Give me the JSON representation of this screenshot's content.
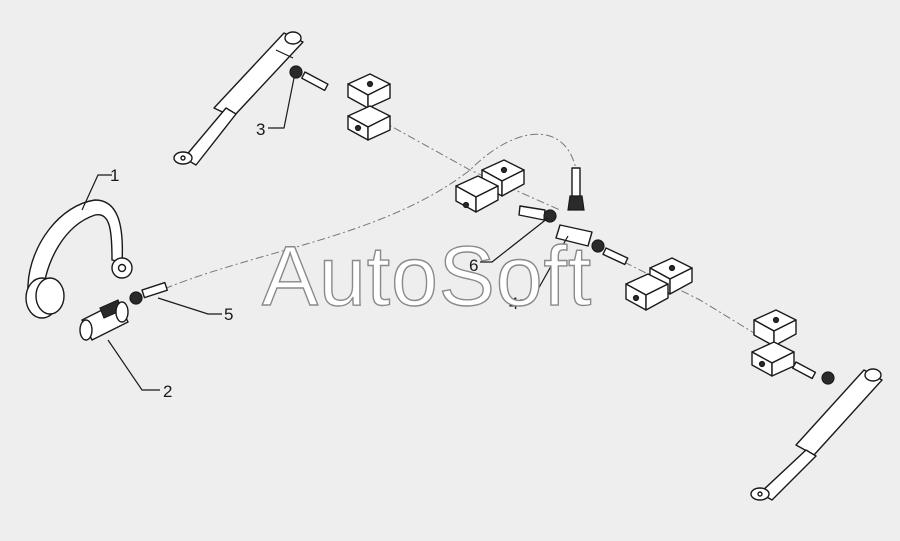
{
  "diagram": {
    "watermark": "AutoSoft",
    "callouts": [
      {
        "id": "1",
        "label": "1"
      },
      {
        "id": "2",
        "label": "2"
      },
      {
        "id": "3",
        "label": "3"
      },
      {
        "id": "4",
        "label": "4"
      },
      {
        "id": "5",
        "label": "5"
      },
      {
        "id": "6",
        "label": "6"
      }
    ],
    "colors": {
      "background": "#eeeeee",
      "line": "#1a1a1a",
      "hose": "#777777",
      "watermark_outline": "#8a8a8a"
    }
  }
}
